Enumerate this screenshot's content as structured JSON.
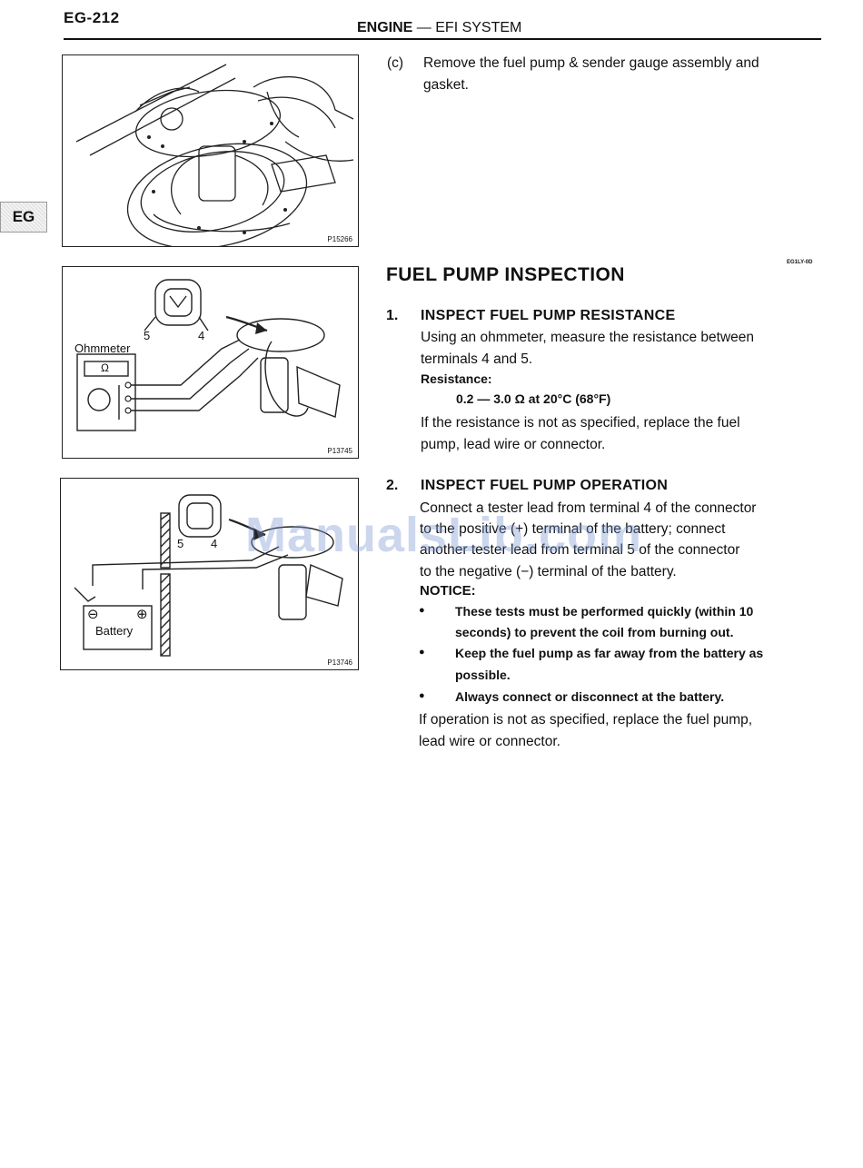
{
  "header": {
    "page_number": "EG-212",
    "section": "ENGINE",
    "dash": "—",
    "subsection": "EFI SYSTEM"
  },
  "side_tab": "EG",
  "figures": [
    {
      "id": "P15266"
    },
    {
      "id": "P13745",
      "labels": {
        "ohmmeter": "Ohmmeter",
        "terminal_5": "5",
        "terminal_4": "4",
        "ohm_symbol": "Ω"
      }
    },
    {
      "id": "P13746",
      "labels": {
        "battery": "Battery",
        "terminal_5": "5",
        "terminal_4": "4",
        "minus": "⊖",
        "plus": "⊕"
      }
    }
  ],
  "step_c": {
    "label": "(c)",
    "line1": "Remove the fuel pump & sender gauge assembly and",
    "line2": "gasket."
  },
  "inspection": {
    "code": "EG1LY-0D",
    "title": "FUEL PUMP INSPECTION",
    "resistance": {
      "number": "1.",
      "title": "INSPECT FUEL PUMP RESISTANCE",
      "line1": "Using an ohmmeter, measure the resistance between",
      "line2": "terminals 4 and 5.",
      "spec_label": "Resistance:",
      "spec_value": "0.2 — 3.0 Ω at 20°C (68°F)",
      "line3": "If the resistance is not as specified, replace the fuel",
      "line4": "pump, lead wire or connector."
    },
    "operation": {
      "number": "2.",
      "title": "INSPECT FUEL PUMP OPERATION",
      "line1": "Connect a tester lead from terminal 4 of the connector",
      "line2": "to the positive (+) terminal of the battery; connect",
      "line3": "another tester lead from terminal 5 of the connector",
      "line4": "to the negative (−) terminal of the battery.",
      "notice_label": "NOTICE:",
      "bullet_mark": "●",
      "bullet1_line1": "These tests must be performed quickly (within 10",
      "bullet1_line2": "seconds) to prevent the coil from burning out.",
      "bullet2_line1": "Keep the fuel pump as far away from the battery as",
      "bullet2_line2": "possible.",
      "bullet3": "Always connect or disconnect at the battery.",
      "line5": "If operation is not as specified, replace the fuel pump,",
      "line6": "lead wire or connector."
    }
  },
  "watermark": "ManualsLib.com"
}
